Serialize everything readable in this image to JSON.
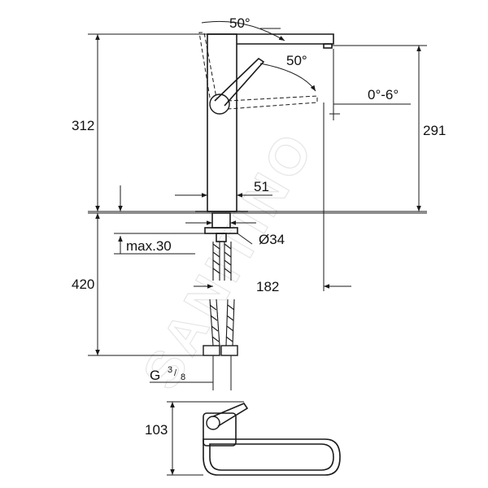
{
  "watermark": {
    "text": "SANITINO",
    "color": "#e6e6e6"
  },
  "dimensions": {
    "spout_angle_top": "50°",
    "lever_angle": "50°",
    "spout_swivel_range": "0°-6°",
    "total_height": "312",
    "spout_height": "291",
    "base_width": "51",
    "hole_diameter": "Ø34",
    "max_counter_thickness": "max.30",
    "hose_length": "420",
    "spout_reach": "182",
    "connection_thread_main": "G",
    "connection_thread_num": "3",
    "connection_thread_den": "8",
    "lever_height": "103"
  },
  "colors": {
    "line": "#1a1a1a",
    "background": "#ffffff"
  }
}
